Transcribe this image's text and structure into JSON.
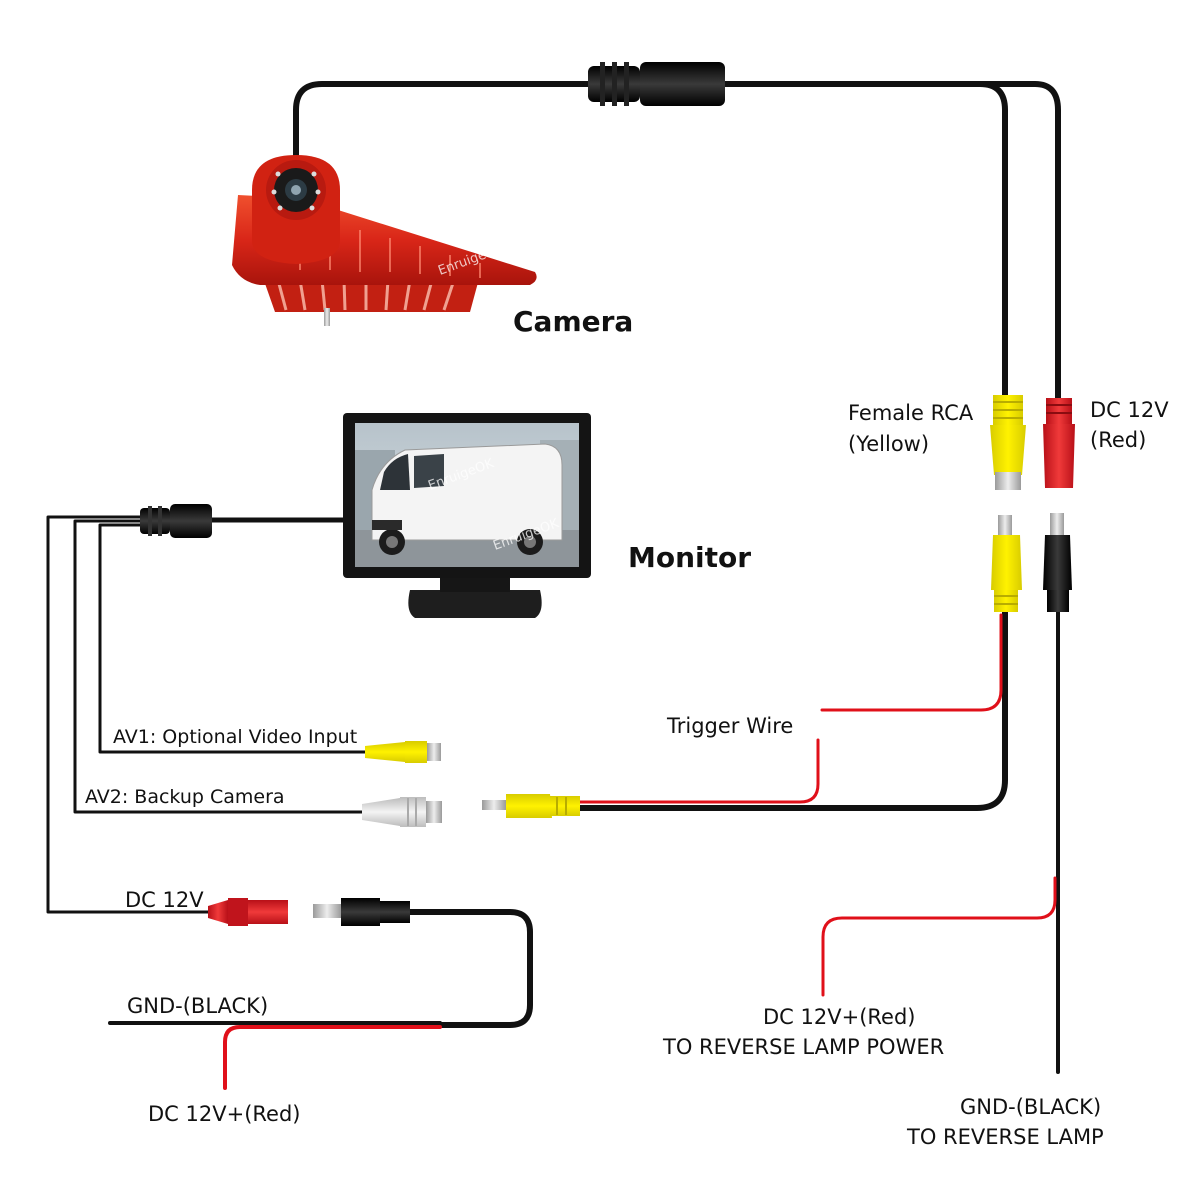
{
  "labels": {
    "camera": "Camera",
    "monitor": "Monitor",
    "female_rca_line1": "Female RCA",
    "female_rca_line2": "(Yellow)",
    "dc12v_right_line1": "DC 12V",
    "dc12v_right_line2": "(Red)",
    "trigger_wire": "Trigger Wire",
    "av1": "AV1: Optional Video Input",
    "av2": "AV2: Backup Camera",
    "dc12v_left": "DC 12V",
    "gnd_left": "GND-(BLACK)",
    "dc12v_red_left": "DC 12V+(Red)",
    "dc12v_reverse_line1": "DC 12V+(Red)",
    "dc12v_reverse_line2": "TO REVERSE LAMP POWER",
    "gnd_reverse_line1": "GND-(BLACK)",
    "gnd_reverse_line2": "TO REVERSE LAMP"
  },
  "watermark": "EnruigeOK",
  "colors": {
    "wire_black": "#111111",
    "wire_red": "#e0101a",
    "rca_yellow": "#f2e600",
    "rca_white": "#e6e6e6",
    "dc_red": "#e0242a",
    "camera_red": "#d92618"
  },
  "icons": [
    "camera-icon",
    "monitor-icon",
    "van-icon",
    "rca-connector-icon",
    "dc-connector-icon",
    "aviation-connector-icon"
  ]
}
